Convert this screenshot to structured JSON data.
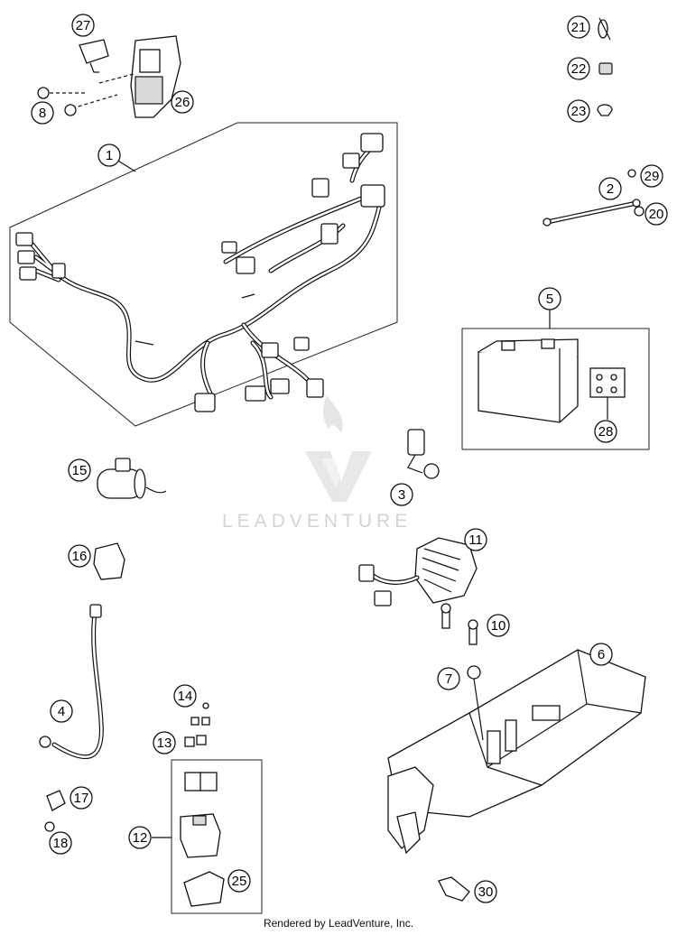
{
  "callouts": {
    "c1": "1",
    "c2": "2",
    "c3": "3",
    "c4": "4",
    "c5": "5",
    "c6": "6",
    "c7": "7",
    "c8": "8",
    "c10": "10",
    "c11": "11",
    "c12": "12",
    "c13": "13",
    "c14": "14",
    "c15": "15",
    "c16": "16",
    "c17": "17",
    "c18": "18",
    "c20": "20",
    "c21": "21",
    "c22": "22",
    "c23": "23",
    "c25": "25",
    "c26": "26",
    "c27": "27",
    "c28": "28",
    "c29": "29",
    "c30": "30"
  },
  "watermark": {
    "text": "LEADVENTURE"
  },
  "footer": {
    "text": "Rendered by LeadVenture, Inc."
  }
}
